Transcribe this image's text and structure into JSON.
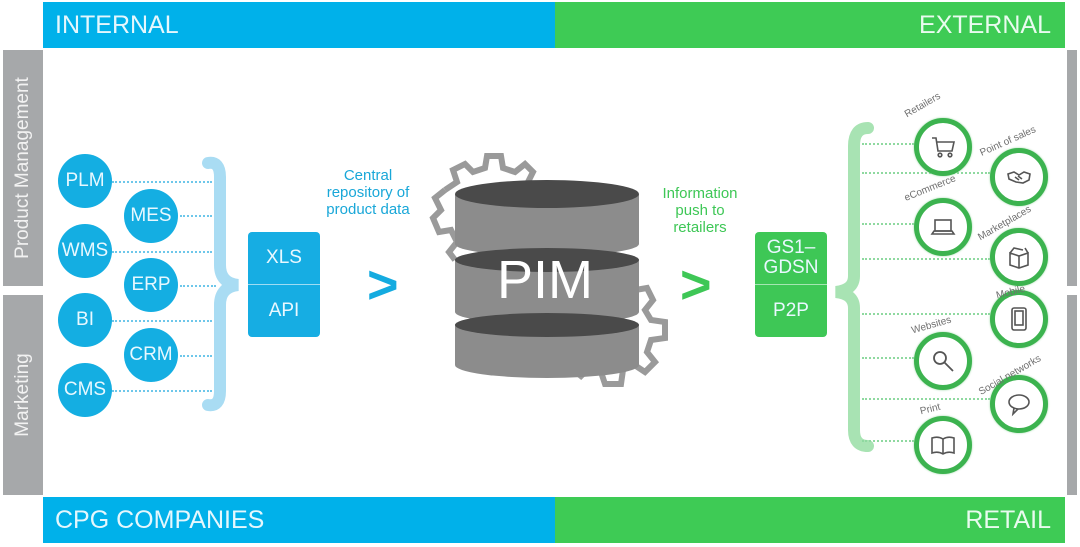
{
  "header": {
    "internal": "INTERNAL",
    "external": "EXTERNAL"
  },
  "footer": {
    "left": "CPG COMPANIES",
    "right": "RETAIL"
  },
  "side_labels": {
    "product_management": "Product Management",
    "marketing": "Marketing"
  },
  "internal_systems": [
    {
      "label": "PLM"
    },
    {
      "label": "MES"
    },
    {
      "label": "WMS"
    },
    {
      "label": "ERP"
    },
    {
      "label": "BI"
    },
    {
      "label": "CRM"
    },
    {
      "label": "CMS"
    }
  ],
  "input_formats": {
    "top": "XLS",
    "bottom": "API"
  },
  "central_caption": "Central repository of product data",
  "pim_label": "PIM",
  "push_caption": "Information push to retailers",
  "output_formats": {
    "top": "GS1–GDSN",
    "bottom": "P2P"
  },
  "channels": [
    {
      "label": "Retailers",
      "icon": "shopping-cart"
    },
    {
      "label": "Point of sales",
      "icon": "handshake"
    },
    {
      "label": "eCommerce",
      "icon": "laptop"
    },
    {
      "label": "Marketplaces",
      "icon": "box"
    },
    {
      "label": "Mobile",
      "icon": "tablet"
    },
    {
      "label": "Websites",
      "icon": "magnifier"
    },
    {
      "label": "Social networks",
      "icon": "speech-bubble"
    },
    {
      "label": "Print",
      "icon": "open-book"
    }
  ],
  "colors": {
    "internal_blue": "#00b1ea",
    "external_green": "#3ecb55",
    "side_gray": "#a6a8aa",
    "pim_gray": "#8c8c8c"
  }
}
